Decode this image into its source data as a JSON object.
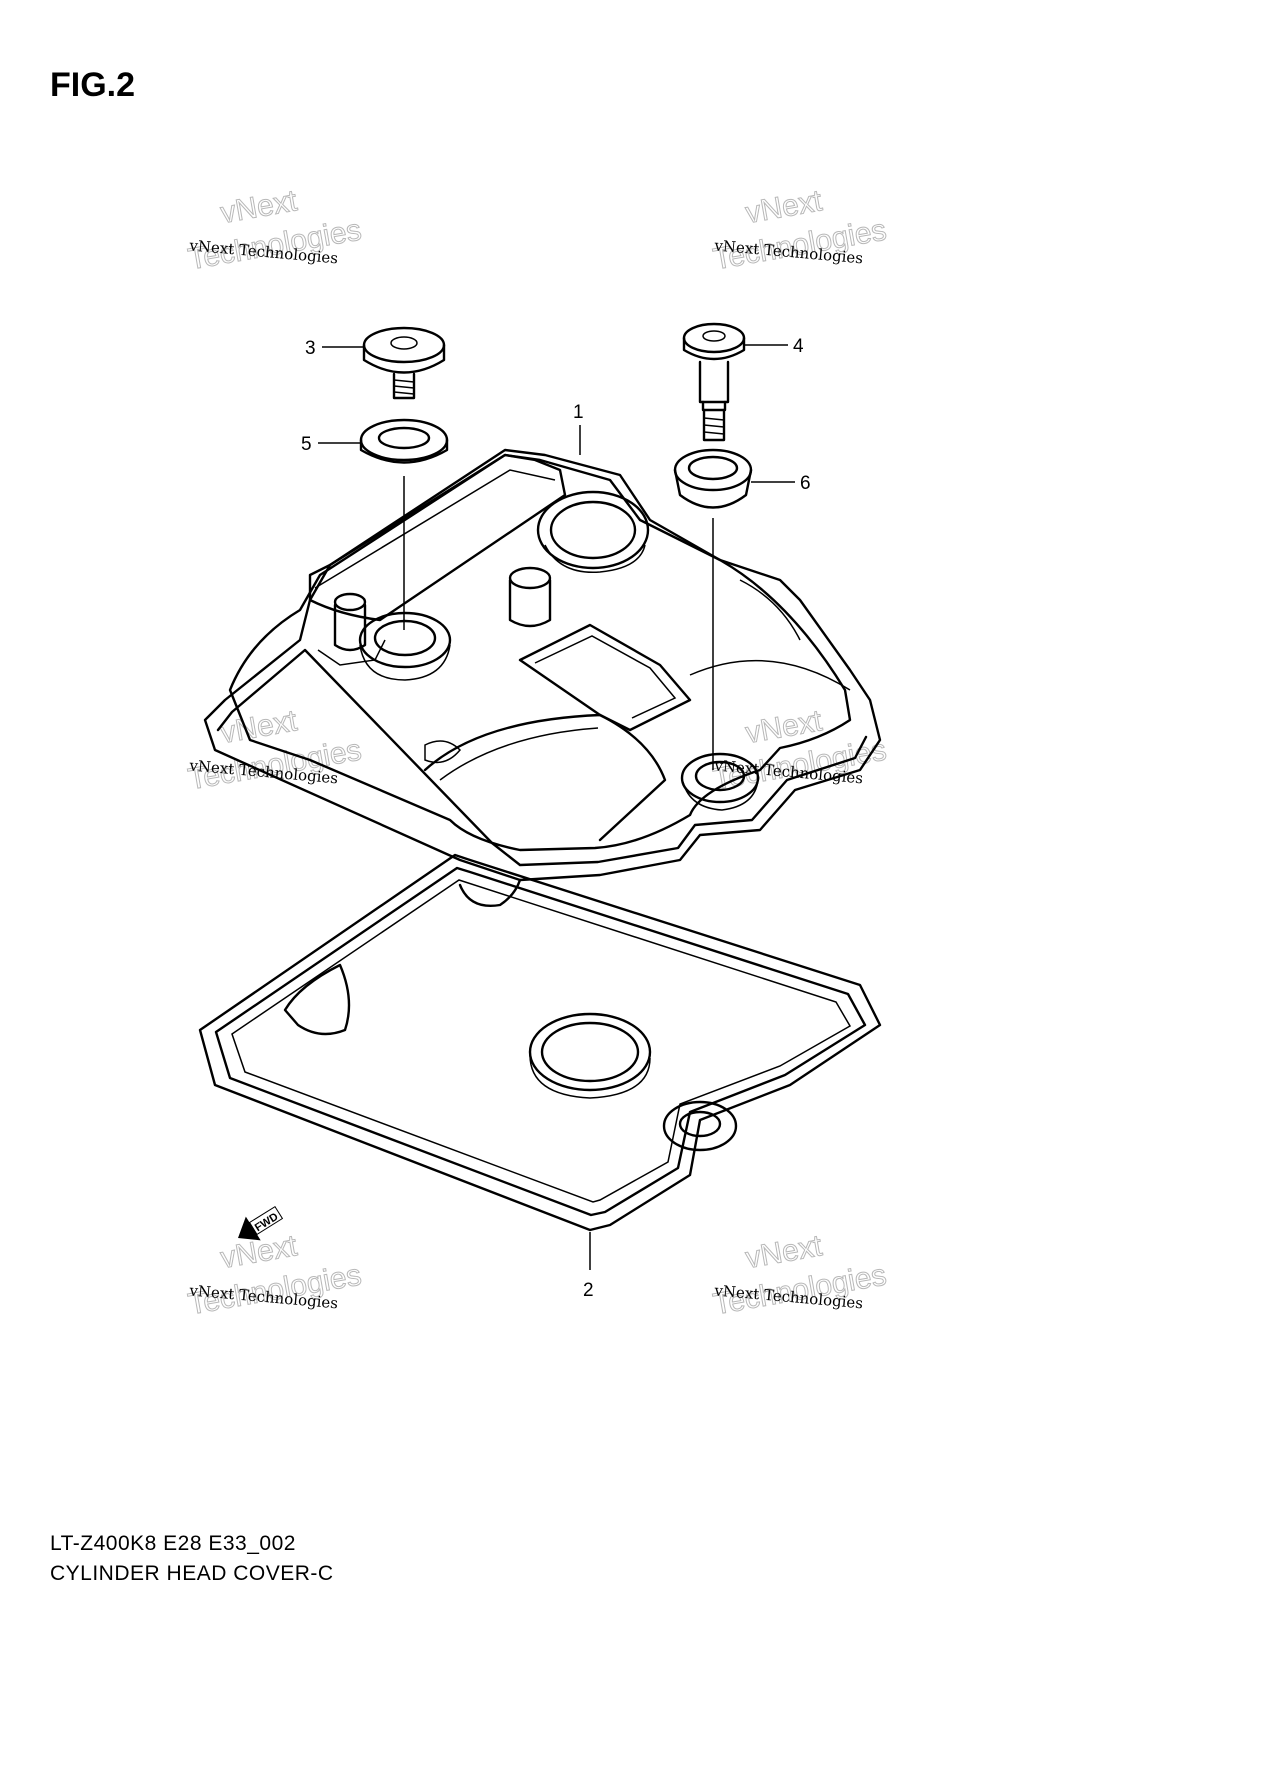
{
  "figure": {
    "title": "FIG.2"
  },
  "captions": {
    "model": "LT-Z400K8 E28 E33_002",
    "name": "CYLINDER HEAD  COVER-C"
  },
  "callouts": [
    "1",
    "2",
    "3",
    "4",
    "5",
    "6"
  ],
  "fwd_label": "FWD",
  "watermark": {
    "line1": "vNext Technologies",
    "line2": "vNext",
    "line3": "Technologies"
  }
}
